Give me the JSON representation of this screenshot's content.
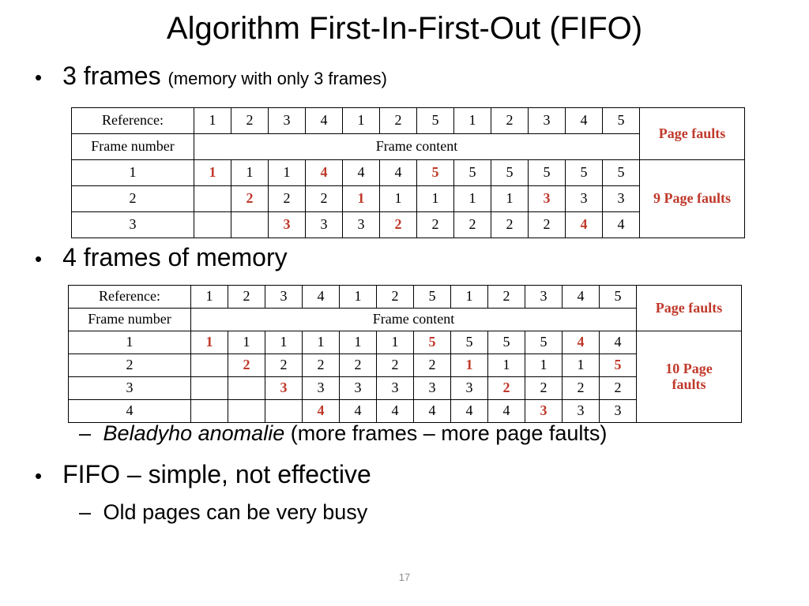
{
  "title": "Algorithm First-In-First-Out (FIFO)",
  "bullets": {
    "b1_main": "3 frames",
    "b1_small": "(memory with only 3 frames)",
    "b2": "4 frames of memory",
    "b3_italic": "Beladyho anomalie",
    "b3_rest": "(more frames – more page faults)",
    "b4": "FIFO – simple, not effective",
    "b5": "Old pages can be very busy",
    "dash": "–"
  },
  "table1": {
    "reference_label": "Reference:",
    "references": [
      "1",
      "2",
      "3",
      "4",
      "1",
      "2",
      "5",
      "1",
      "2",
      "3",
      "4",
      "5"
    ],
    "frame_number_label": "Frame number",
    "frame_content_label": "Frame content",
    "page_faults_label": "Page faults",
    "page_faults_value": "9 Page faults",
    "rows": [
      {
        "frame": "1",
        "cells": [
          "1",
          "1",
          "1",
          "4",
          "4",
          "4",
          "5",
          "5",
          "5",
          "5",
          "5",
          "5"
        ],
        "highlight": [
          true,
          false,
          false,
          true,
          false,
          false,
          true,
          false,
          false,
          false,
          false,
          false
        ]
      },
      {
        "frame": "2",
        "cells": [
          "",
          "2",
          "2",
          "2",
          "1",
          "1",
          "1",
          "1",
          "1",
          "3",
          "3",
          "3"
        ],
        "highlight": [
          false,
          true,
          false,
          false,
          true,
          false,
          false,
          false,
          false,
          true,
          false,
          false
        ]
      },
      {
        "frame": "3",
        "cells": [
          "",
          "",
          "3",
          "3",
          "3",
          "2",
          "2",
          "2",
          "2",
          "2",
          "4",
          "4"
        ],
        "highlight": [
          false,
          false,
          true,
          false,
          false,
          true,
          false,
          false,
          false,
          false,
          true,
          false
        ]
      }
    ]
  },
  "table2": {
    "reference_label": "Reference:",
    "references": [
      "1",
      "2",
      "3",
      "4",
      "1",
      "2",
      "5",
      "1",
      "2",
      "3",
      "4",
      "5"
    ],
    "frame_number_label": "Frame number",
    "frame_content_label": "Frame content",
    "page_faults_label": "Page faults",
    "page_faults_value_line1": "10 Page",
    "page_faults_value_line2": "faults",
    "rows": [
      {
        "frame": "1",
        "cells": [
          "1",
          "1",
          "1",
          "1",
          "1",
          "1",
          "5",
          "5",
          "5",
          "5",
          "4",
          "4"
        ],
        "highlight": [
          true,
          false,
          false,
          false,
          false,
          false,
          true,
          false,
          false,
          false,
          true,
          false
        ]
      },
      {
        "frame": "2",
        "cells": [
          "",
          "2",
          "2",
          "2",
          "2",
          "2",
          "2",
          "1",
          "1",
          "1",
          "1",
          "5"
        ],
        "highlight": [
          false,
          true,
          false,
          false,
          false,
          false,
          false,
          true,
          false,
          false,
          false,
          true
        ]
      },
      {
        "frame": "3",
        "cells": [
          "",
          "",
          "3",
          "3",
          "3",
          "3",
          "3",
          "3",
          "2",
          "2",
          "2",
          "2"
        ],
        "highlight": [
          false,
          false,
          true,
          false,
          false,
          false,
          false,
          false,
          true,
          false,
          false,
          false
        ]
      },
      {
        "frame": "4",
        "cells": [
          "",
          "",
          "",
          "4",
          "4",
          "4",
          "4",
          "4",
          "4",
          "3",
          "3",
          "3"
        ],
        "highlight": [
          false,
          false,
          false,
          true,
          false,
          false,
          false,
          false,
          false,
          true,
          false,
          false
        ]
      }
    ]
  },
  "page_number": "17",
  "colors": {
    "highlight": "#c0392b",
    "page_number": "#8c8c8c"
  }
}
